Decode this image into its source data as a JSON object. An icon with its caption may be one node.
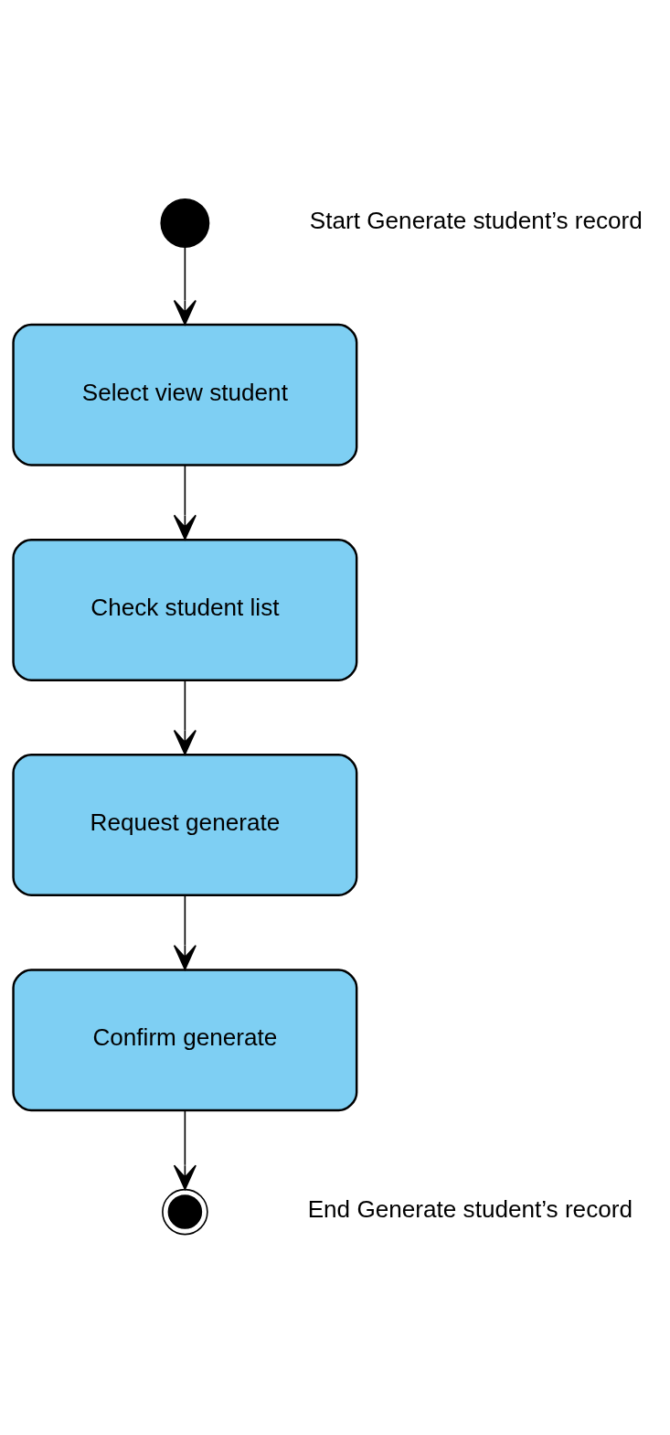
{
  "diagram": {
    "nodes": [
      {
        "text": [],
        "shape": "circle",
        "beside": [
          "Start Generate student’s record"
        ]
      },
      {
        "text": [
          "Select view student"
        ]
      },
      {
        "text": [
          "Check student list"
        ]
      },
      {
        "text": [
          "Request generate"
        ]
      },
      {
        "text": [
          "Confirm generate"
        ]
      },
      {
        "text": [],
        "shape": "bullseye",
        "beside": [
          "End Generate student’s record"
        ]
      }
    ],
    "edges": [
      {
        "from": 0,
        "to": 1,
        "arrow": "to"
      },
      {
        "from": 1,
        "to": 2,
        "arrow": "to"
      },
      {
        "from": 2,
        "to": 3,
        "arrow": "to"
      },
      {
        "from": 3,
        "to": 4,
        "arrow": "to"
      },
      {
        "from": 4,
        "to": 5,
        "arrow": "to"
      }
    ]
  }
}
